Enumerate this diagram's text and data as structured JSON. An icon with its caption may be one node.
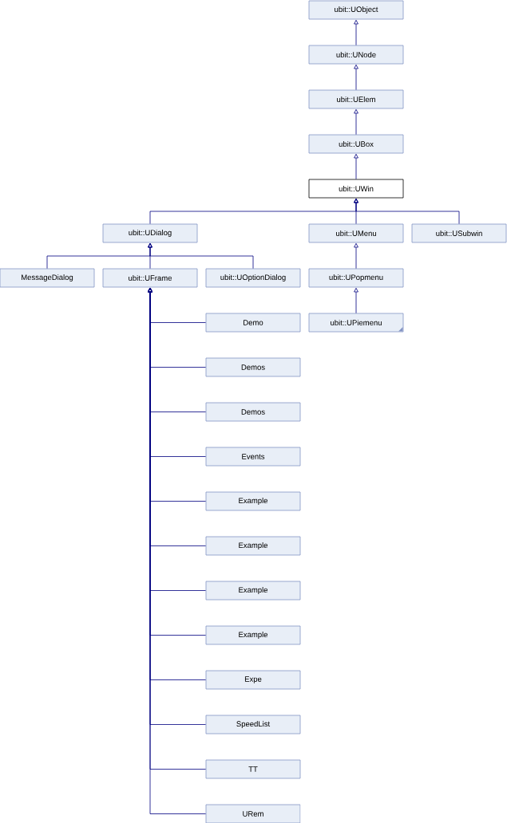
{
  "diagram": {
    "nodes": [
      {
        "text": [
          "ubit::UObject"
        ]
      },
      {
        "text": [
          "ubit::UNode"
        ]
      },
      {
        "text": [
          "ubit::UElem"
        ]
      },
      {
        "text": [
          "ubit::UBox"
        ]
      },
      {
        "text": [
          "ubit::UWin"
        ]
      },
      {
        "text": [
          "ubit::UDialog"
        ]
      },
      {
        "text": [
          "ubit::UMenu"
        ]
      },
      {
        "text": [
          "ubit::USubwin"
        ]
      },
      {
        "text": [
          "MessageDialog"
        ]
      },
      {
        "text": [
          "ubit::UFrame"
        ]
      },
      {
        "text": [
          "ubit::UOptionDialog"
        ]
      },
      {
        "text": [
          "ubit::UPopmenu"
        ]
      },
      {
        "text": [
          "ubit::UPiemenu"
        ]
      },
      {
        "text": [
          "Demo"
        ]
      },
      {
        "text": [
          "Demos"
        ]
      },
      {
        "text": [
          "Demos"
        ]
      },
      {
        "text": [
          "Events"
        ]
      },
      {
        "text": [
          "Example"
        ]
      },
      {
        "text": [
          "Example"
        ]
      },
      {
        "text": [
          "Example"
        ]
      },
      {
        "text": [
          "Example"
        ]
      },
      {
        "text": [
          "Expe"
        ]
      },
      {
        "text": [
          "SpeedList"
        ]
      },
      {
        "text": [
          "TT"
        ]
      },
      {
        "text": [
          "URem"
        ]
      }
    ],
    "edges": [
      {
        "from": 1,
        "to": 0,
        "arrow": "to"
      },
      {
        "from": 2,
        "to": 1,
        "arrow": "to"
      },
      {
        "from": 3,
        "to": 2,
        "arrow": "to"
      },
      {
        "from": 4,
        "to": 3,
        "arrow": "to"
      },
      {
        "from": 5,
        "to": 4,
        "arrow": "to"
      },
      {
        "from": 6,
        "to": 4,
        "arrow": "to"
      },
      {
        "from": 7,
        "to": 4,
        "arrow": "to"
      },
      {
        "from": 8,
        "to": 5,
        "arrow": "to"
      },
      {
        "from": 9,
        "to": 5,
        "arrow": "to"
      },
      {
        "from": 10,
        "to": 5,
        "arrow": "to"
      },
      {
        "from": 11,
        "to": 6,
        "arrow": "to"
      },
      {
        "from": 12,
        "to": 11,
        "arrow": "to"
      },
      {
        "from": 13,
        "to": 9,
        "arrow": "to"
      },
      {
        "from": 14,
        "to": 9,
        "arrow": "to"
      },
      {
        "from": 15,
        "to": 9,
        "arrow": "to"
      },
      {
        "from": 16,
        "to": 9,
        "arrow": "to"
      },
      {
        "from": 17,
        "to": 9,
        "arrow": "to"
      },
      {
        "from": 18,
        "to": 9,
        "arrow": "to"
      },
      {
        "from": 19,
        "to": 9,
        "arrow": "to"
      },
      {
        "from": 20,
        "to": 9,
        "arrow": "to"
      },
      {
        "from": 21,
        "to": 9,
        "arrow": "to"
      },
      {
        "from": 22,
        "to": 9,
        "arrow": "to"
      },
      {
        "from": 23,
        "to": 9,
        "arrow": "to"
      },
      {
        "from": 24,
        "to": 9,
        "arrow": "to"
      }
    ]
  }
}
